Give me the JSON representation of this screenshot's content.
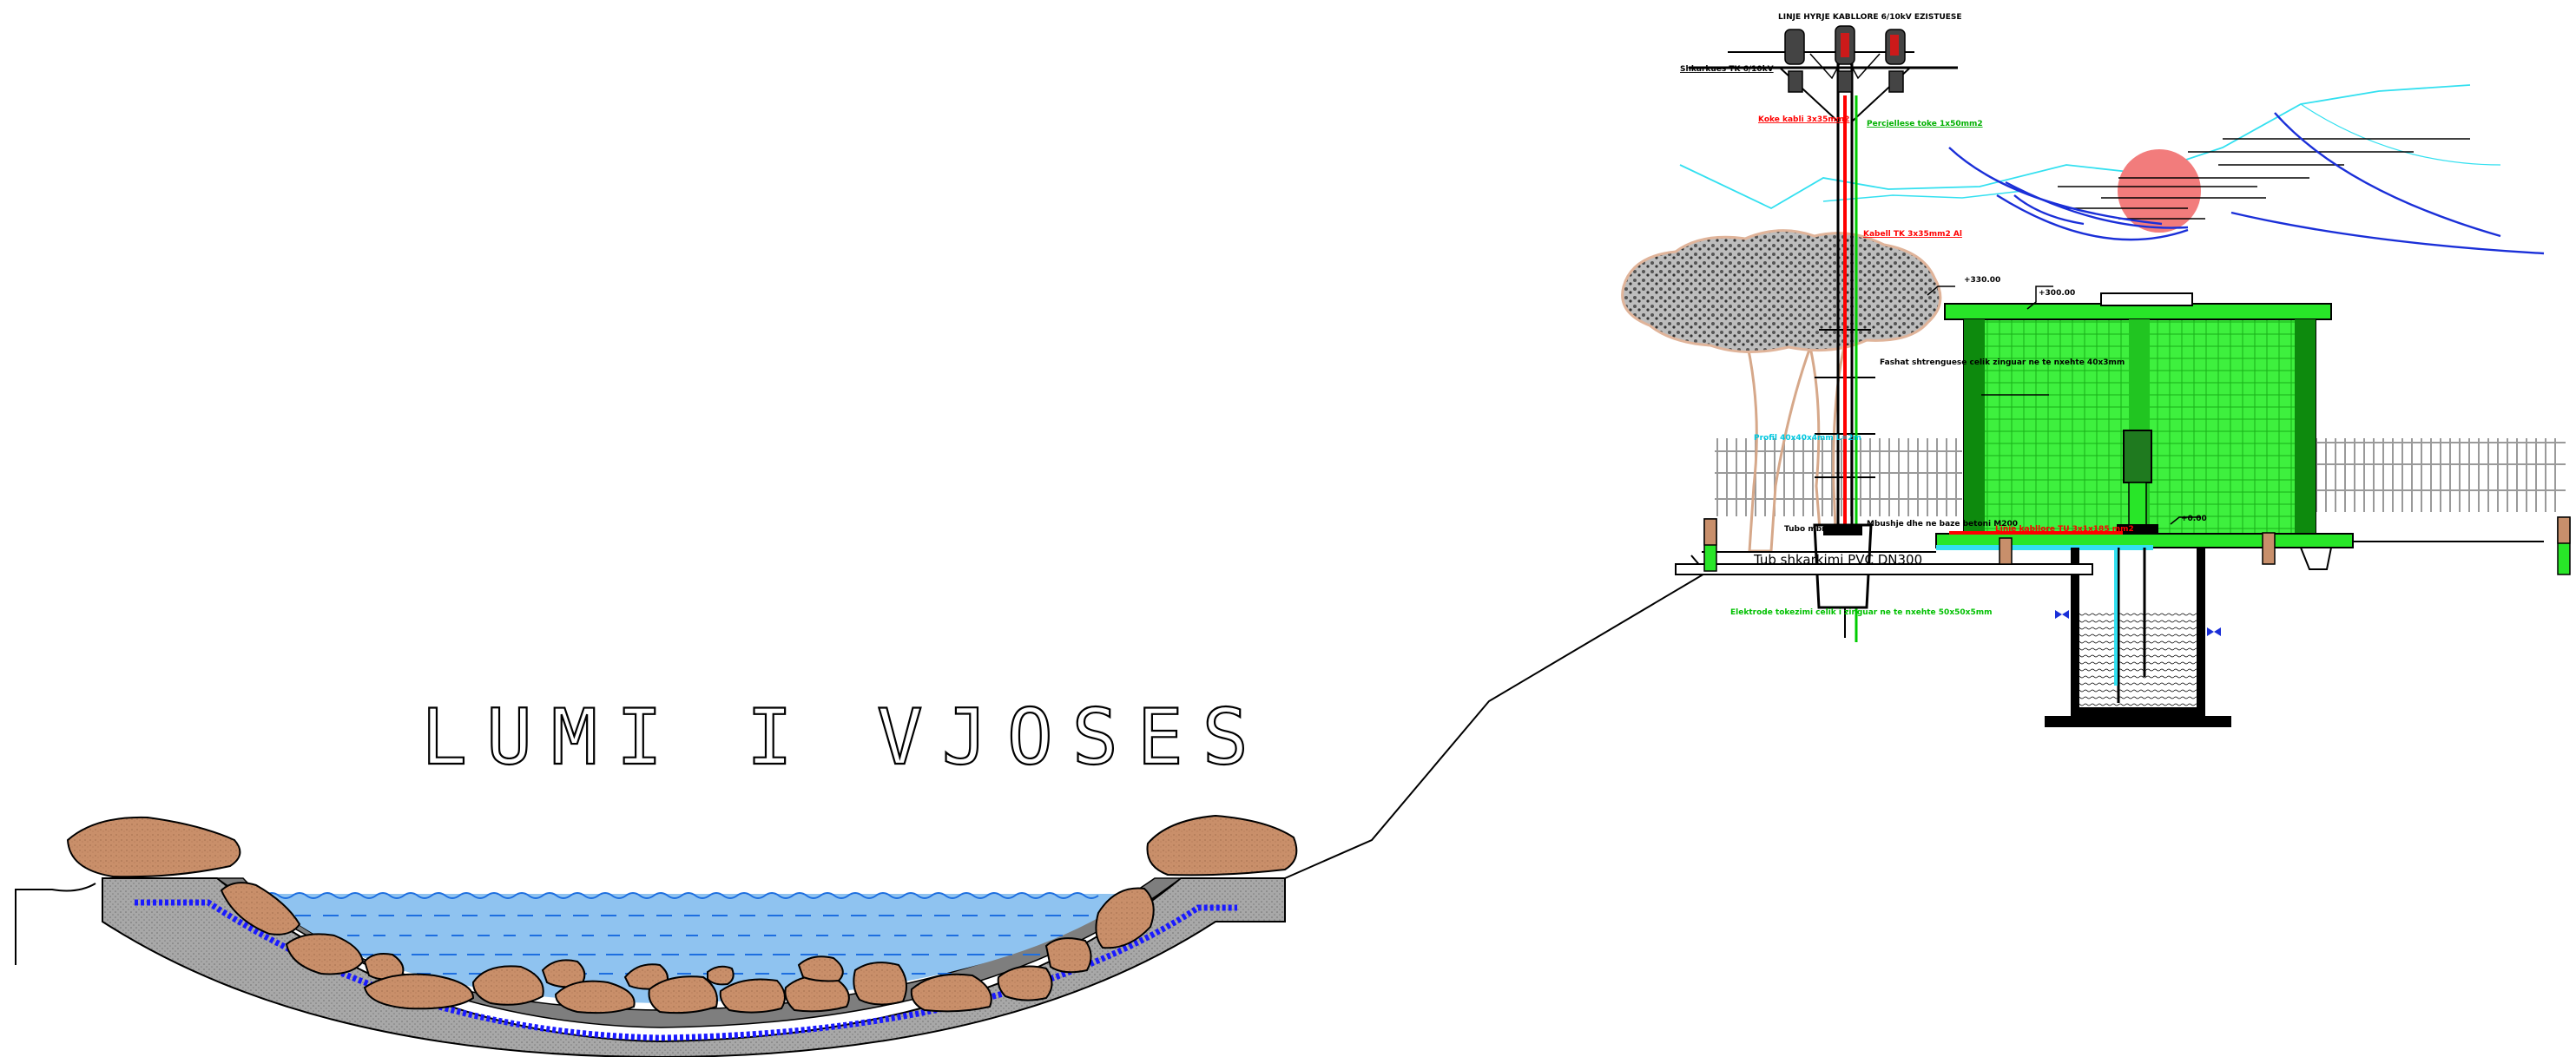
{
  "title": "LUMI I VJOSES",
  "colors": {
    "water": "#8fc3f0",
    "water_line": "#1e6fe0",
    "rock": "#c88f6b",
    "rock_stroke": "#000000",
    "ground": "#9c9c9c",
    "drain": "#1a1aff",
    "station": "#28e628",
    "station_dark": "#0d8a0d",
    "cable_red": "#ff0000",
    "cable_green": "#00cc00",
    "sky_cyan": "#33e0f0",
    "sky_blue": "#1a2fd8",
    "sun": "#f27c7c",
    "tree": "#5a5a5a",
    "tree_trunk": "#d6a88a"
  },
  "labels": {
    "line_header": "LINJE HYRJE KABLLORE 6/10kV EZISTUESE",
    "disconnector": "Shkarkues TK 6/10kV",
    "cable_red_top": "Koke kabli 3x35mm2",
    "cable_green_top": "Percjellese toke 1x50mm2",
    "cable_mid": "Kabell TK 3x35mm2 Al",
    "clamps": "Fashat shtrenguese celik zinguar ne te nxehte 40x3mm",
    "cyan_note": "Profil 40x40x4mm L=2m",
    "tube_note": "Tubo mbrojtese",
    "earth_note": "Mbushje dhe ne baze betoni M200",
    "electrode": "Elektrode tokezimi celik i zinguar ne te nxehte 50x50x5mm",
    "pipe": "Tub shkarkimi PVC DN300",
    "cable_line": "Linje kabllore TU 3x1x185 mm2",
    "elev_330": "+330.00",
    "elev_300": "+300.00",
    "elev_0": "+0.00"
  }
}
